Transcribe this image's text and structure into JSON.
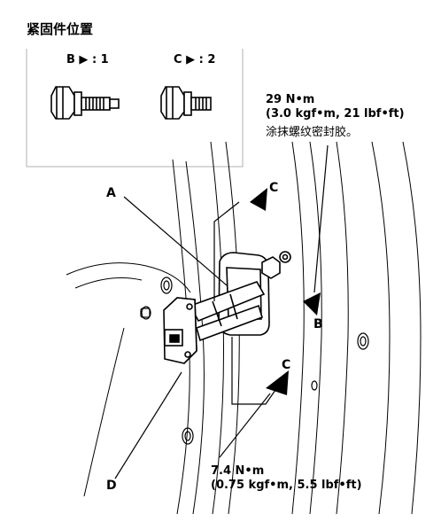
{
  "legend": {
    "title": "紧固件位置",
    "bolt_b": "B ▶ : 1",
    "bolt_c": "C ▶ : 2"
  },
  "labels": {
    "a": "A",
    "b": "B",
    "c_top": "C",
    "c_bottom": "C",
    "d": "D"
  },
  "spec_top": {
    "torque": "29 N•m",
    "alt": "(3.0 kgf•m, 21 lbf•ft)",
    "note": "涂抹螺纹密封胶。"
  },
  "spec_bottom": {
    "torque": "7.4 N•m",
    "alt": "(0.75 kgf•m, 5.5 lbf•ft)"
  }
}
